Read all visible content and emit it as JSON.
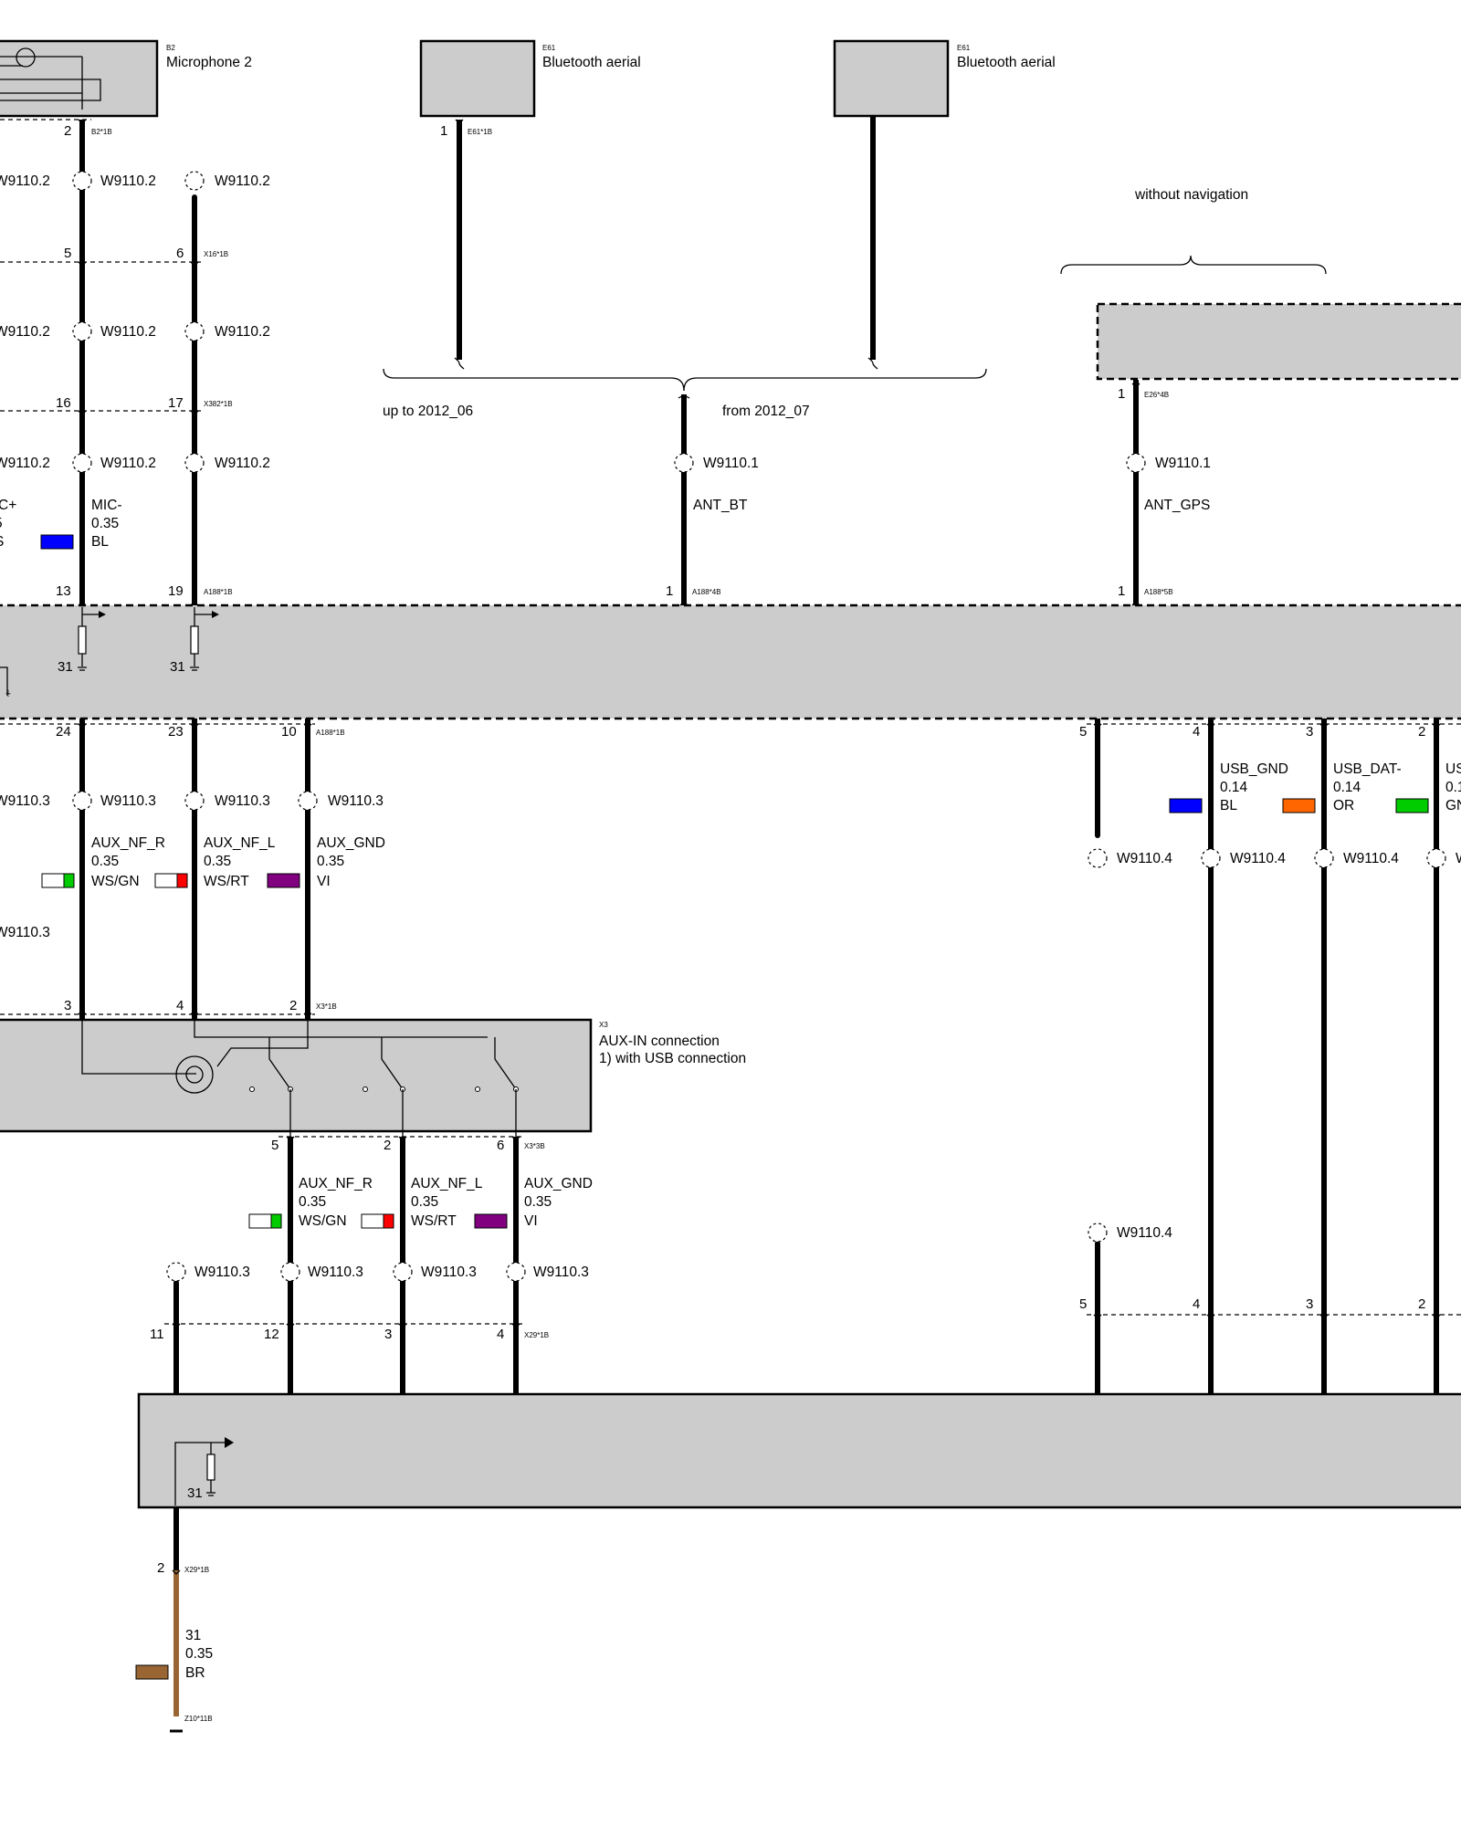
{
  "components": {
    "b2": {
      "ref": "B2",
      "name": "Microphone 2",
      "pin": "B2*1B"
    },
    "e61a": {
      "ref": "E61",
      "name": "Bluetooth aerial",
      "pin": "E61*1B"
    },
    "e61b": {
      "ref": "E61",
      "name": "Bluetooth aerial"
    },
    "x3": {
      "ref": "X3",
      "name": "AUX-IN connection",
      "note": "1)    with USB connection",
      "pin_top": "X3*1B",
      "pin_bottom": "X3*3B"
    },
    "x16": {
      "pin": "X16*1B"
    },
    "x382": {
      "pin": "X382*1B"
    },
    "a188": {
      "pin1": "A188*1B",
      "pin4": "A188*4B",
      "pin5": "A188*5B"
    },
    "e26": {
      "pin": "E26*4B"
    },
    "x29": {
      "pin1": "X29*1B"
    },
    "z10": {
      "pin": "Z10*11B"
    }
  },
  "labels": {
    "without_navigation": "without navigation",
    "up_to": "up to 2012_06",
    "from": "from 2012_07"
  },
  "screens": {
    "w1": "W9110.1",
    "w2": "W9110.2",
    "w3": "W9110.3",
    "w4": "W9110.4"
  },
  "pins": {
    "p1": "1",
    "p2": "2",
    "p3": "3",
    "p4": "4",
    "p5": "5",
    "p6": "6",
    "p10": "10",
    "p11": "11",
    "p12": "12",
    "p13": "13",
    "p16": "16",
    "p17": "17",
    "p19": "19",
    "p23": "23",
    "p24": "24",
    "p31": "31"
  },
  "wires": {
    "mic_left": {
      "name": "C+",
      "size": "5",
      "color": "S"
    },
    "mic_minus": {
      "name": "MIC-",
      "size": "0.35",
      "color": "BL"
    },
    "ant_bt": {
      "name": "ANT_BT"
    },
    "ant_gps": {
      "name": "ANT_GPS"
    },
    "aux_r": {
      "name": "AUX_NF_R",
      "size": "0.35",
      "color": "WS/GN"
    },
    "aux_l": {
      "name": "AUX_NF_L",
      "size": "0.35",
      "color": "WS/RT"
    },
    "aux_gnd": {
      "name": "AUX_GND",
      "size": "0.35",
      "color": "VI"
    },
    "usb_gnd": {
      "name": "USB_GND",
      "size": "0.14",
      "color": "BL"
    },
    "usb_dat": {
      "name": "USB_DAT-",
      "size": "0.14",
      "color": "OR"
    },
    "usb_cut": {
      "name": "US",
      "size": "0.1",
      "color": "GN"
    },
    "ground": {
      "name": "31",
      "size": "0.35",
      "color": "BR"
    }
  },
  "colors": {
    "BL": "#0000ff",
    "GN": "#00cc00",
    "RT": "#ff0000",
    "VI": "#800080",
    "OR": "#ff6600",
    "BR": "#996633",
    "WS": "#ffffff",
    "box": "#cccccc"
  }
}
